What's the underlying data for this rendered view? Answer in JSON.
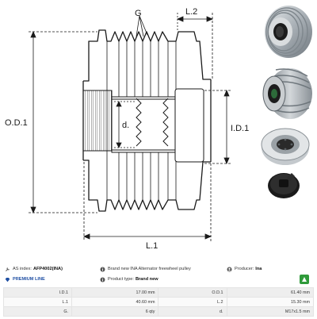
{
  "diagram": {
    "label_g": "G",
    "label_l2": "L.2",
    "label_od1": "O.D.1",
    "label_id1": "I.D.1",
    "label_d": "d.",
    "label_l1": "L.1"
  },
  "info": {
    "as_index_label": "AS index:",
    "as_index_value": "AFP4002(INA)",
    "description": "Brand new INA Alternator freewheel pulley",
    "producer_label": "Producer:",
    "producer_value": "Ina",
    "premium_line": "PREMIUM LINE",
    "product_type_label": "Product type:",
    "product_type_value": "Brand new"
  },
  "specs": [
    {
      "k1": "I.D.1",
      "v1": "17.00 mm",
      "k2": "O.D.1",
      "v2": "61.40 mm"
    },
    {
      "k1": "L.1",
      "v1": "40.60 mm",
      "k2": "L.2",
      "v2": "15.30 mm"
    },
    {
      "k1": "G.",
      "v1": "6 qty",
      "k2": "d.",
      "v2": "M17x1.5 mm"
    }
  ],
  "colors": {
    "line": "#1a1a1a",
    "premium": "#1f4fa3",
    "ina_green": "#2f9a3a",
    "metal": "#b9bfc4"
  }
}
